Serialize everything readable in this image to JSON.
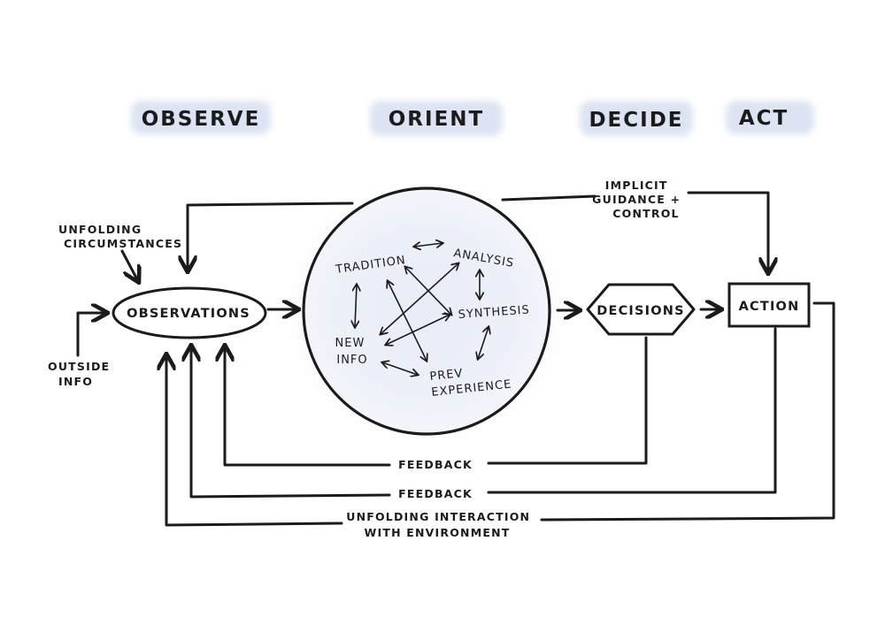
{
  "phases": {
    "observe": "OBSERVE",
    "orient": "ORIENT",
    "decide": "DECIDE",
    "act": "ACT"
  },
  "nodes": {
    "observations": "OBSERVATIONS",
    "decisions": "DECISIONS",
    "action": "ACTION"
  },
  "orient_items": {
    "tradition": "TRADITION",
    "analysis": "ANALYSIS",
    "synthesis": "SYNTHESIS",
    "new_info": [
      "NEW",
      "INFO"
    ],
    "prev_experience": [
      "PREV",
      "EXPERIENCE"
    ]
  },
  "labels": {
    "unfolding_circumstances": [
      "UNFOLDING",
      "CIRCUMSTANCES"
    ],
    "outside_info": [
      "OUTSIDE",
      "INFO"
    ],
    "implicit_guidance": [
      "IMPLICIT",
      "GUIDANCE +",
      "CONTROL"
    ],
    "feedback_decisions": "FEEDBACK",
    "feedback_action": "FEEDBACK",
    "unfolding_interaction": [
      "UNFOLDING INTERACTION",
      "WITH ENVIRONMENT"
    ]
  },
  "colors": {
    "ink": "#1b1b1b",
    "highlight": "#dde3f2",
    "circle_glow": "#e4e8f6"
  }
}
